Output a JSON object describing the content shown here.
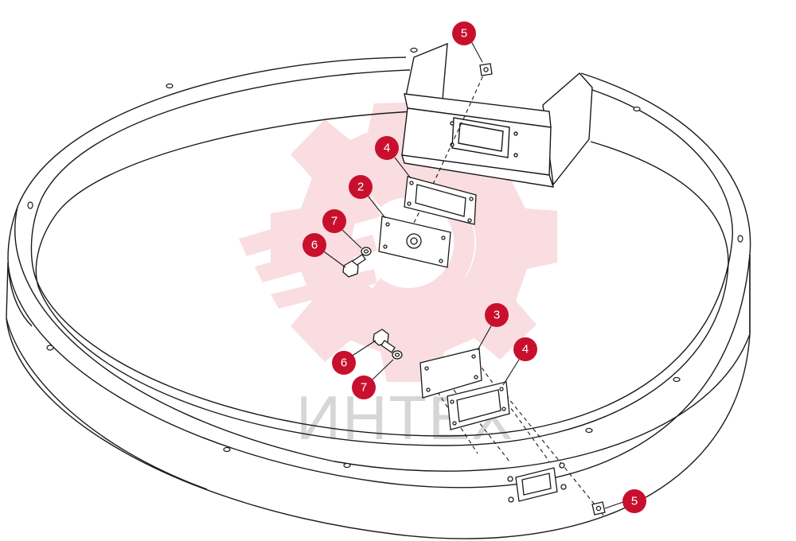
{
  "colors": {
    "line": "#1a1a1a",
    "badge": "#c8102e",
    "badge_text": "#ffffff",
    "watermark_gear": "#f2b3b8",
    "watermark_text": "#cfcfcf"
  },
  "watermark": {
    "text": "ИНТЕХ"
  },
  "callouts": [
    {
      "id": "c5-top",
      "label": "5"
    },
    {
      "id": "c4-top",
      "label": "4"
    },
    {
      "id": "c2",
      "label": "2"
    },
    {
      "id": "c7-top",
      "label": "7"
    },
    {
      "id": "c6-top",
      "label": "6"
    },
    {
      "id": "c3",
      "label": "3"
    },
    {
      "id": "c4-bottom",
      "label": "4"
    },
    {
      "id": "c6-bottom",
      "label": "6"
    },
    {
      "id": "c7-bottom",
      "label": "7"
    },
    {
      "id": "c5-bottom",
      "label": "5"
    }
  ]
}
